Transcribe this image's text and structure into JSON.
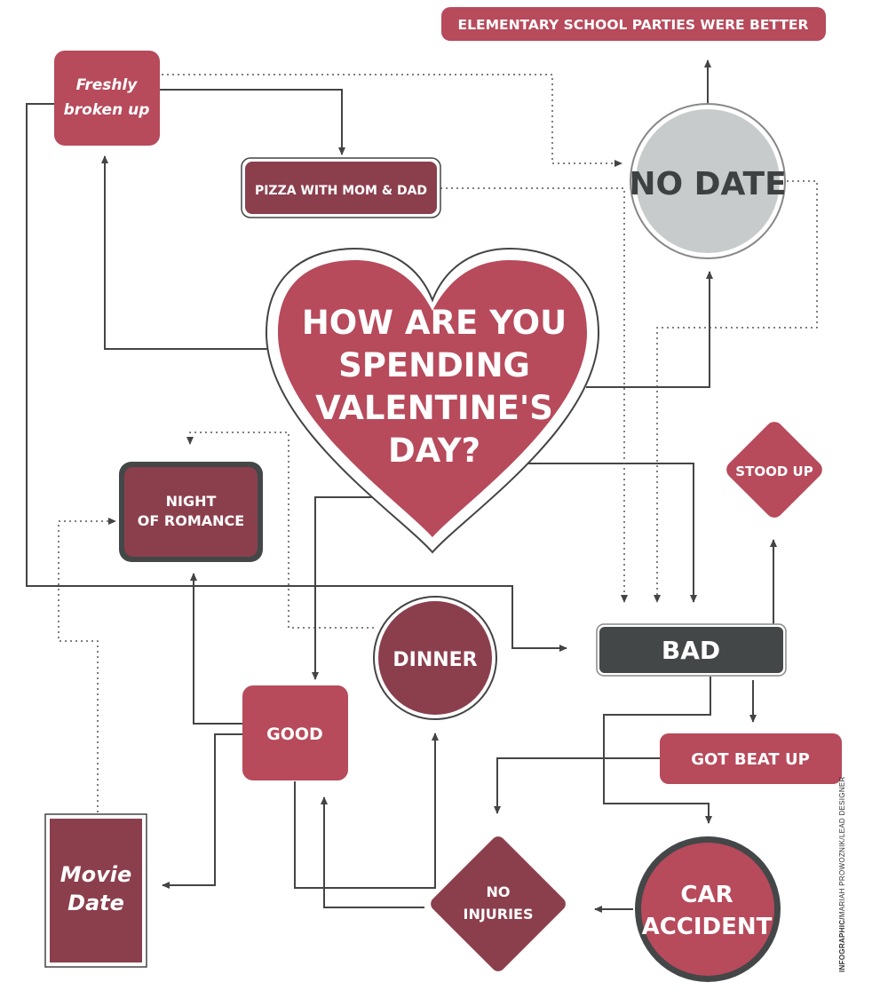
{
  "colors": {
    "red": "#b74a5b",
    "maroon": "#8b3f4d",
    "dark": "#444748",
    "grey": "#c8cbcb",
    "line": "#444444",
    "text_light": "#ffffff",
    "text_dark": "#3e4142"
  },
  "nodes": {
    "banner": "ELEMENTARY SCHOOL PARTIES WERE BETTER",
    "freshly_broken_up": [
      "Freshly",
      "broken up"
    ],
    "pizza": "PIZZA WITH MOM & DAD",
    "no_date": "NO DATE",
    "question": [
      "HOW ARE YOU",
      "SPENDING",
      "VALENTINE'S",
      "DAY?"
    ],
    "night_of_romance": [
      "NIGHT",
      "OF ROMANCE"
    ],
    "stood_up": "STOOD UP",
    "dinner": "DINNER",
    "bad": "BAD",
    "good": "GOOD",
    "got_beat_up": "GOT BEAT UP",
    "movie_date": [
      "Movie",
      "Date"
    ],
    "no_injuries": [
      "NO",
      "INJURIES"
    ],
    "car_accident": [
      "CAR",
      "ACCIDENT"
    ]
  },
  "credit": {
    "role": "INFOGRAPHIC/",
    "name": "MARIAH PROWOZNIK/LEAD DESIGNER"
  }
}
